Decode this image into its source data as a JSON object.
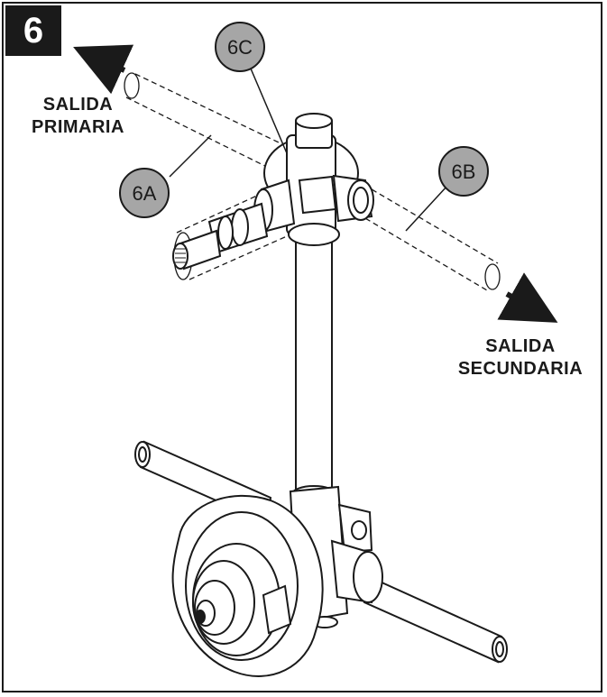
{
  "step": {
    "number": "6"
  },
  "outlets": {
    "primary": {
      "line1": "SALIDA",
      "line2": "PRIMARIA"
    },
    "secondary": {
      "line1": "SALIDA",
      "line2": "SECUNDARIA"
    }
  },
  "callouts": {
    "a": "6A",
    "b": "6B",
    "c": "6C"
  },
  "colors": {
    "ink": "#1a1a1a",
    "callout_fill": "#a6a6a6",
    "background": "#ffffff"
  }
}
